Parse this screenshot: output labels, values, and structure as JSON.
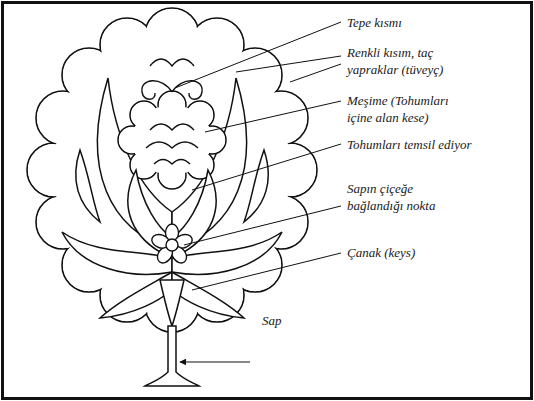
{
  "diagram": {
    "labels": [
      "Tepe kısmı",
      "Renkli kısım, taç yapraklar (tüveyç)",
      "Meşime (Tohumları içine alan kese)",
      "Tohumları temsil ediyor",
      "Sapın çiçeğe bağlandığı nokta",
      "Çanak (keys)",
      "Sap"
    ]
  }
}
